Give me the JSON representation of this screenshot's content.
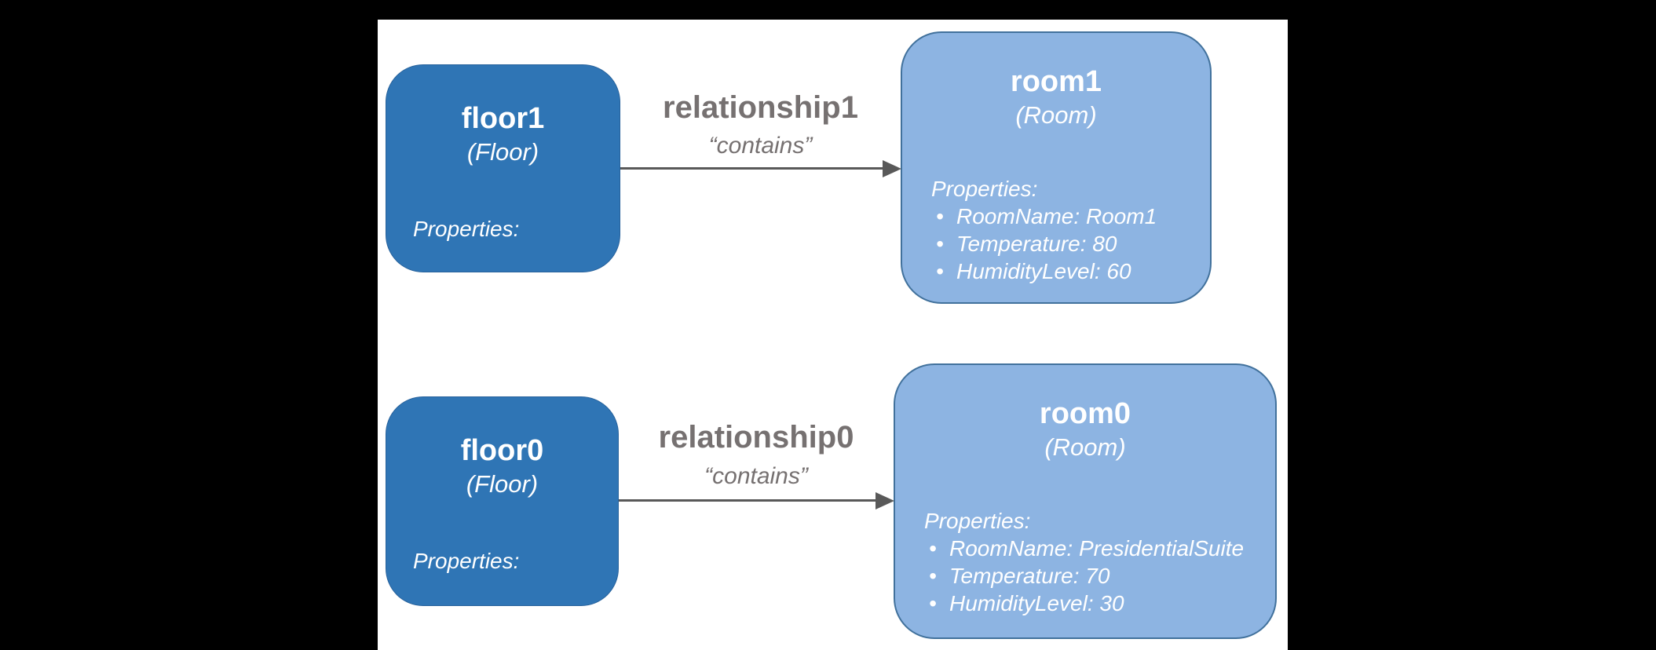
{
  "glyphs": {
    "bullet": "•"
  },
  "colors": {
    "page_bg": "#000000",
    "canvas_bg": "#FFFFFF",
    "floor_fill": "#2F75B5",
    "room_fill": "#8DB4E2",
    "room_border": "#41719C",
    "relationship_text": "#767171",
    "arrow": "#595959",
    "node_text": "#FFFFFF"
  },
  "nodes": {
    "floor1": {
      "title": "floor1",
      "type_label": "(Floor)",
      "properties_label": "Properties:",
      "properties": []
    },
    "room1": {
      "title": "room1",
      "type_label": "(Room)",
      "properties_label": "Properties:",
      "properties": [
        "RoomName: Room1",
        "Temperature: 80",
        "HumidityLevel: 60"
      ]
    },
    "floor0": {
      "title": "floor0",
      "type_label": "(Floor)",
      "properties_label": "Properties:",
      "properties": []
    },
    "room0": {
      "title": "room0",
      "type_label": "(Room)",
      "properties_label": "Properties:",
      "properties": [
        "RoomName: PresidentialSuite",
        "Temperature: 70",
        "HumidityLevel: 30"
      ]
    }
  },
  "relationships": {
    "rel1": {
      "name": "relationship1",
      "verb": "“contains”"
    },
    "rel0": {
      "name": "relationship0",
      "verb": "“contains”"
    }
  }
}
